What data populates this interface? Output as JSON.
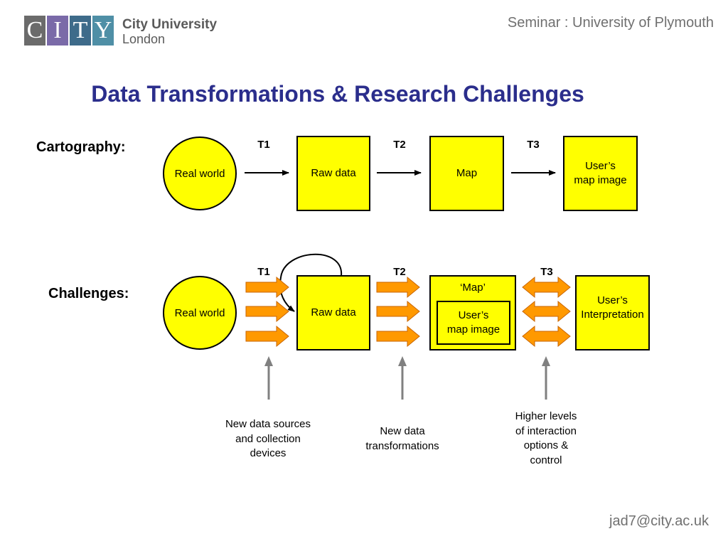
{
  "logo": {
    "letters": [
      "C",
      "I",
      "T",
      "Y"
    ],
    "line1": "City University",
    "line2": "London"
  },
  "header": {
    "seminar": "Seminar : University of Plymouth"
  },
  "title": "Data Transformations & Research Challenges",
  "cartography": {
    "label": "Cartography:",
    "t_labels": [
      "T1",
      "T2",
      "T3"
    ],
    "real_world": "Real world",
    "raw_data": "Raw data",
    "map": "Map",
    "user_image_line1": "User’s",
    "user_image_line2": "map image"
  },
  "challenges": {
    "label": "Challenges:",
    "t_labels": [
      "T1",
      "T2",
      "T3"
    ],
    "real_world": "Real world",
    "raw_data": "Raw data",
    "map_quoted": "‘Map’",
    "inner_line1": "User’s",
    "inner_line2": "map image",
    "interp_line1": "User’s",
    "interp_line2": "Interpretation"
  },
  "notes": {
    "note1": [
      "New data sources",
      "and collection",
      "devices"
    ],
    "note2": [
      "New data",
      "transformations"
    ],
    "note3": [
      "Higher levels",
      "of interaction",
      "options &",
      "control"
    ]
  },
  "footer": {
    "email": "jad7@city.ac.uk"
  },
  "colors": {
    "box_fill": "#ffff00",
    "arrow_orange": "#ff9900",
    "title_blue": "#2b2e8c",
    "grey_text": "#707070"
  }
}
